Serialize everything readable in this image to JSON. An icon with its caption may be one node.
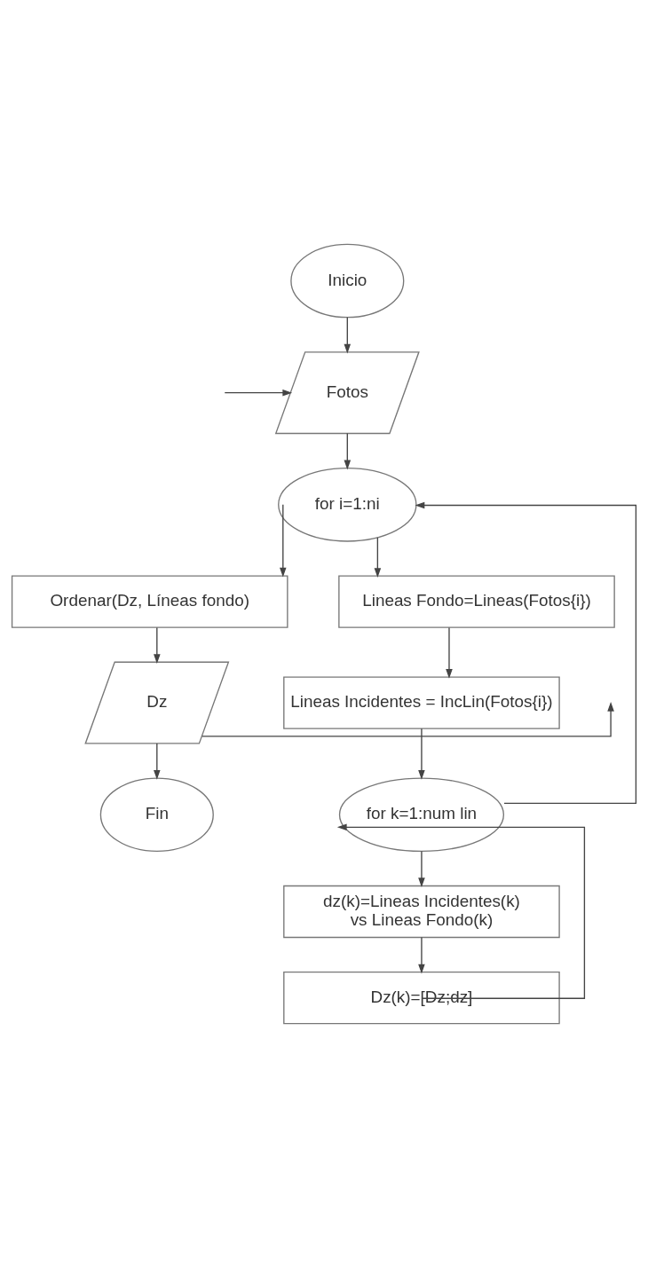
{
  "diagram": {
    "nodes": [
      {
        "text": [
          "Inicio"
        ]
      },
      {
        "text": [
          "Fotos"
        ]
      },
      {
        "text": [
          "for i=1:ni"
        ]
      },
      {
        "text": [
          "Lineas Fondo=Lineas(Fotos{i})"
        ]
      },
      {
        "text": [
          "Lineas Incidentes = IncLin(Fotos{i})"
        ]
      },
      {
        "text": [
          "for k=1:num lin"
        ]
      },
      {
        "text": [
          "dz(k)=Lineas Incidentes(k) vs Lineas Fondo(k)"
        ]
      },
      {
        "text": [
          "Dz(k)=[Dz;dz]"
        ]
      },
      {
        "text": [
          "Ordenar(Dz, Líneas fondo)"
        ]
      },
      {
        "text": [
          "Dz"
        ]
      },
      {
        "text": [
          "Fin"
        ]
      }
    ],
    "edges": [
      {
        "from": 0,
        "to": 1,
        "arrow": "to"
      },
      {
        "from": null,
        "to": 1,
        "arrow": "to"
      },
      {
        "from": 1,
        "to": 2,
        "arrow": "to"
      },
      {
        "from": 2,
        "to": 3,
        "arrow": "to"
      },
      {
        "from": 3,
        "to": 4,
        "arrow": "to"
      },
      {
        "from": 4,
        "to": 5,
        "arrow": "to"
      },
      {
        "from": 5,
        "to": 6,
        "arrow": "to"
      },
      {
        "from": 6,
        "to": 7,
        "arrow": "to"
      },
      {
        "from": 7,
        "to": 5,
        "arrow": "to"
      },
      {
        "from": 5,
        "to": 2,
        "arrow": "to"
      },
      {
        "from": 2,
        "to": 8,
        "arrow": "to"
      },
      {
        "from": 8,
        "to": 9,
        "arrow": "to"
      },
      {
        "from": 9,
        "to": null,
        "arrow": "to"
      },
      {
        "from": 9,
        "to": 10,
        "arrow": "to"
      }
    ]
  }
}
